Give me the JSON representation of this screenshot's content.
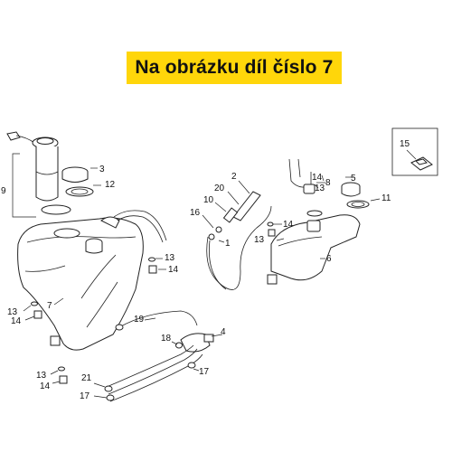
{
  "banner": {
    "text": "Na obrázku díl číslo 7",
    "background": "#ffd60a"
  },
  "callouts": [
    "1",
    "2",
    "3",
    "4",
    "5",
    "6",
    "7",
    "8",
    "9",
    "10",
    "11",
    "12",
    "13",
    "14",
    "15",
    "16",
    "17",
    "18",
    "19",
    "20",
    "21"
  ]
}
